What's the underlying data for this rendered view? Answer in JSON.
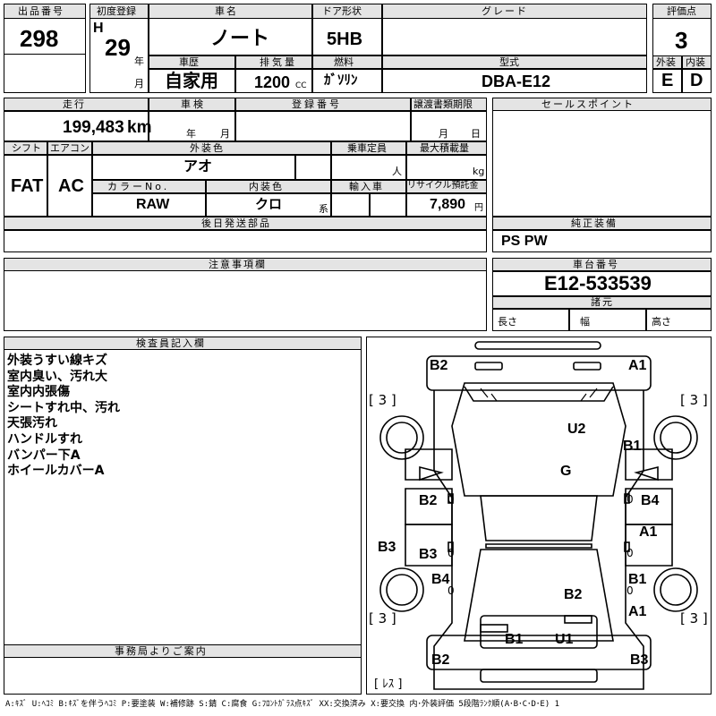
{
  "headers": {
    "lot_no": "出品番号",
    "first_reg": "初度登録",
    "car_name": "車名",
    "door_type": "ドア形状",
    "grade": "グレード",
    "score": "評価点",
    "history": "車歴",
    "displacement": "排気量",
    "fuel": "燃料",
    "model_code": "型式",
    "exterior": "外装",
    "interior": "内装",
    "mileage": "走行",
    "inspection": "車検",
    "reg_no": "登録番号",
    "transfer_deadline": "譲渡書類期限",
    "sales_point": "セールスポイント",
    "shift": "シフト",
    "aircon": "エアコン",
    "ext_color": "外装色",
    "capacity": "乗車定員",
    "max_load": "最大積載量",
    "color_no": "カラーNo.",
    "int_color": "内装色",
    "import": "輸入車",
    "recycle": "リサイクル預託金",
    "later_parts": "後日発送部品",
    "genuine": "純正装備",
    "notes": "注意事項欄",
    "chassis": "車台番号",
    "specs": "諸元",
    "length": "長さ",
    "width": "幅",
    "height": "高さ",
    "inspector": "検査員記入欄",
    "office": "事務局よりご案内"
  },
  "values": {
    "lot_no": "298",
    "era": "H",
    "year": "29",
    "year_unit": "年",
    "month_unit": "月",
    "car_name": "ノート",
    "door_type": "5HB",
    "score": "3",
    "history": "自家用",
    "displacement": "1200",
    "cc": "CC",
    "fuel": "ｶﾞｿﾘﾝ",
    "model_code": "DBA-E12",
    "exterior_grade": "E",
    "interior_grade": "D",
    "mileage": "199,483",
    "km": "km",
    "insp_year": "年",
    "insp_month": "月",
    "transfer_month": "月",
    "transfer_day": "日",
    "shift": "FAT",
    "aircon": "AC",
    "ext_color": "アオ",
    "capacity_unit": "人",
    "load_unit": "kg",
    "color_no": "RAW",
    "int_color": "クロ",
    "int_color_suffix": "系",
    "recycle": "7,890",
    "yen": "円",
    "genuine": "PS PW",
    "chassis": "E12-533539"
  },
  "inspector_notes": [
    "外装うすい線キズ",
    "室内臭い、汚れ大",
    "室内内張傷",
    "シートすれ中、汚れ",
    "天張汚れ",
    "ハンドルすれ",
    "バンパー下A",
    "ホイールカバーA"
  ],
  "diagram": {
    "b2_top": "B2",
    "a1_top": "A1",
    "u2": "U2",
    "b1_right": "B1",
    "g": "G",
    "b2_left": "B2",
    "b4_right": "B4",
    "a1_right": "A1",
    "b3_left": "B3",
    "b3_mid": "B3",
    "b4_left": "B4",
    "b1_right2": "B1",
    "b2_center": "B2",
    "a1_bottom": "A1",
    "b1_bottom": "B1",
    "u1": "U1",
    "b2_bottom": "B2",
    "b3_bottom": "B3",
    "tire_tl": "[ 3 ]",
    "tire_tr": "[ 3 ]",
    "tire_bl": "[ 3 ]",
    "tire_br": "[ 3 ]",
    "spare": "[ ﾚｽ ]",
    "zero_l1": "0",
    "zero_r1": "0",
    "zero_l2": "0",
    "zero_r2": "0",
    "zero_l3": "0",
    "zero_r3": "0"
  },
  "legend": "A:ｷｽﾞ U:ﾍｺﾐ B:ｷｽﾞを伴うﾍｺﾐ P:要塗装 W:補修跡 S:錆 C:腐食 G:ﾌﾛﾝﾄｶﾞﾗｽ点ｷｽﾞ XX:交換済み X:要交換  内･外装評価  5段階ﾗﾝｸ順(A･B･C･D･E) 1"
}
